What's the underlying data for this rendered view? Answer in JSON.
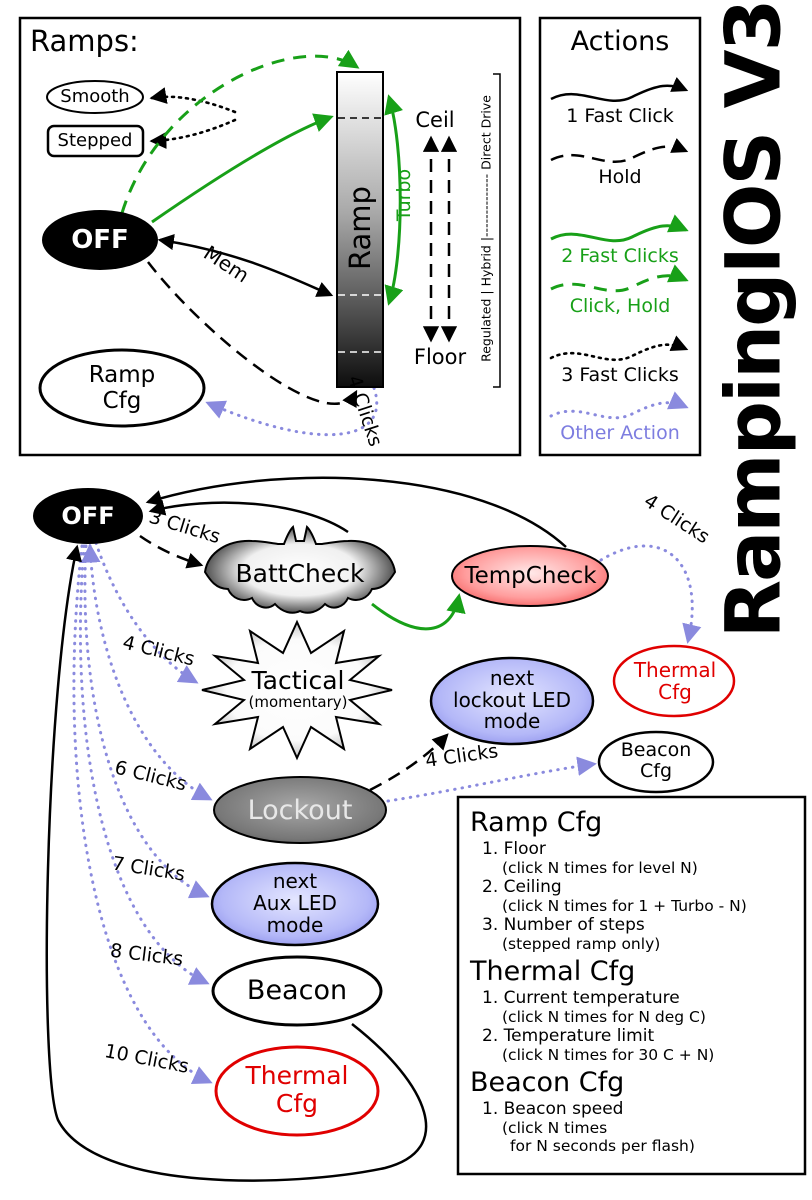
{
  "title": "RampingIOS V3",
  "colors": {
    "green": "#18a018",
    "purple": "#8a8ade",
    "red": "#e00000"
  },
  "ramps_box": {
    "title": "Ramps:",
    "smooth": "Smooth",
    "stepped": "Stepped",
    "off": "OFF",
    "ramp": "Ramp",
    "turbo": "Turbo",
    "mem": "Mem",
    "ceil": "Ceil",
    "floor": "Floor",
    "regulation": "Regulated | Hybrid |-------------- Direct Drive",
    "ramp_cfg_1": "Ramp",
    "ramp_cfg_2": "Cfg",
    "four_clicks": "4 Clicks"
  },
  "actions_box": {
    "title": "Actions",
    "items": [
      {
        "label": "1 Fast Click",
        "style": "solid-black"
      },
      {
        "label": "Hold",
        "style": "dashed-black"
      },
      {
        "label": "2 Fast Clicks",
        "style": "solid-green"
      },
      {
        "label": "Click, Hold",
        "style": "dashed-green"
      },
      {
        "label": "3 Fast Clicks",
        "style": "dotted-black"
      },
      {
        "label": "Other Action",
        "style": "dotted-purple"
      }
    ]
  },
  "main": {
    "off": "OFF",
    "clicks3": "3 Clicks",
    "clicks4_tactical": "4 Clicks",
    "clicks4_thermal": "4 Clicks",
    "clicks4_beacon": "4 Clicks",
    "clicks6": "6 Clicks",
    "clicks7": "7 Clicks",
    "clicks8": "8 Clicks",
    "clicks10": "10 Clicks",
    "battcheck": "BattCheck",
    "tempcheck": "TempCheck",
    "thermal_cfg_1": "Thermal",
    "thermal_cfg_2": "Cfg",
    "tactical": "Tactical",
    "tactical_sub": "(momentary)",
    "lockout": "Lockout",
    "lockout_led_1": "next",
    "lockout_led_2": "lockout LED",
    "lockout_led_3": "mode",
    "beacon_cfg_1": "Beacon",
    "beacon_cfg_2": "Cfg",
    "aux_led_1": "next",
    "aux_led_2": "Aux LED",
    "aux_led_3": "mode",
    "beacon": "Beacon",
    "thermal_cfg_b1": "Thermal",
    "thermal_cfg_b2": "Cfg"
  },
  "cfg_box": {
    "sections": [
      {
        "title": "Ramp Cfg",
        "items": [
          {
            "line1": "1. Floor",
            "line2": "(click N times for level N)"
          },
          {
            "line1": "2. Ceiling",
            "line2": "(click N times for 1 + Turbo - N)"
          },
          {
            "line1": "3. Number of steps",
            "line2": "(stepped ramp only)"
          }
        ]
      },
      {
        "title": "Thermal Cfg",
        "items": [
          {
            "line1": "1. Current temperature",
            "line2": "(click N times for N deg C)"
          },
          {
            "line1": "2. Temperature limit",
            "line2": "(click N times for 30 C + N)"
          }
        ]
      },
      {
        "title": "Beacon Cfg",
        "items": [
          {
            "line1": "1. Beacon speed",
            "line2": "(click N times",
            "line3": "for N seconds per flash)"
          }
        ]
      }
    ]
  }
}
